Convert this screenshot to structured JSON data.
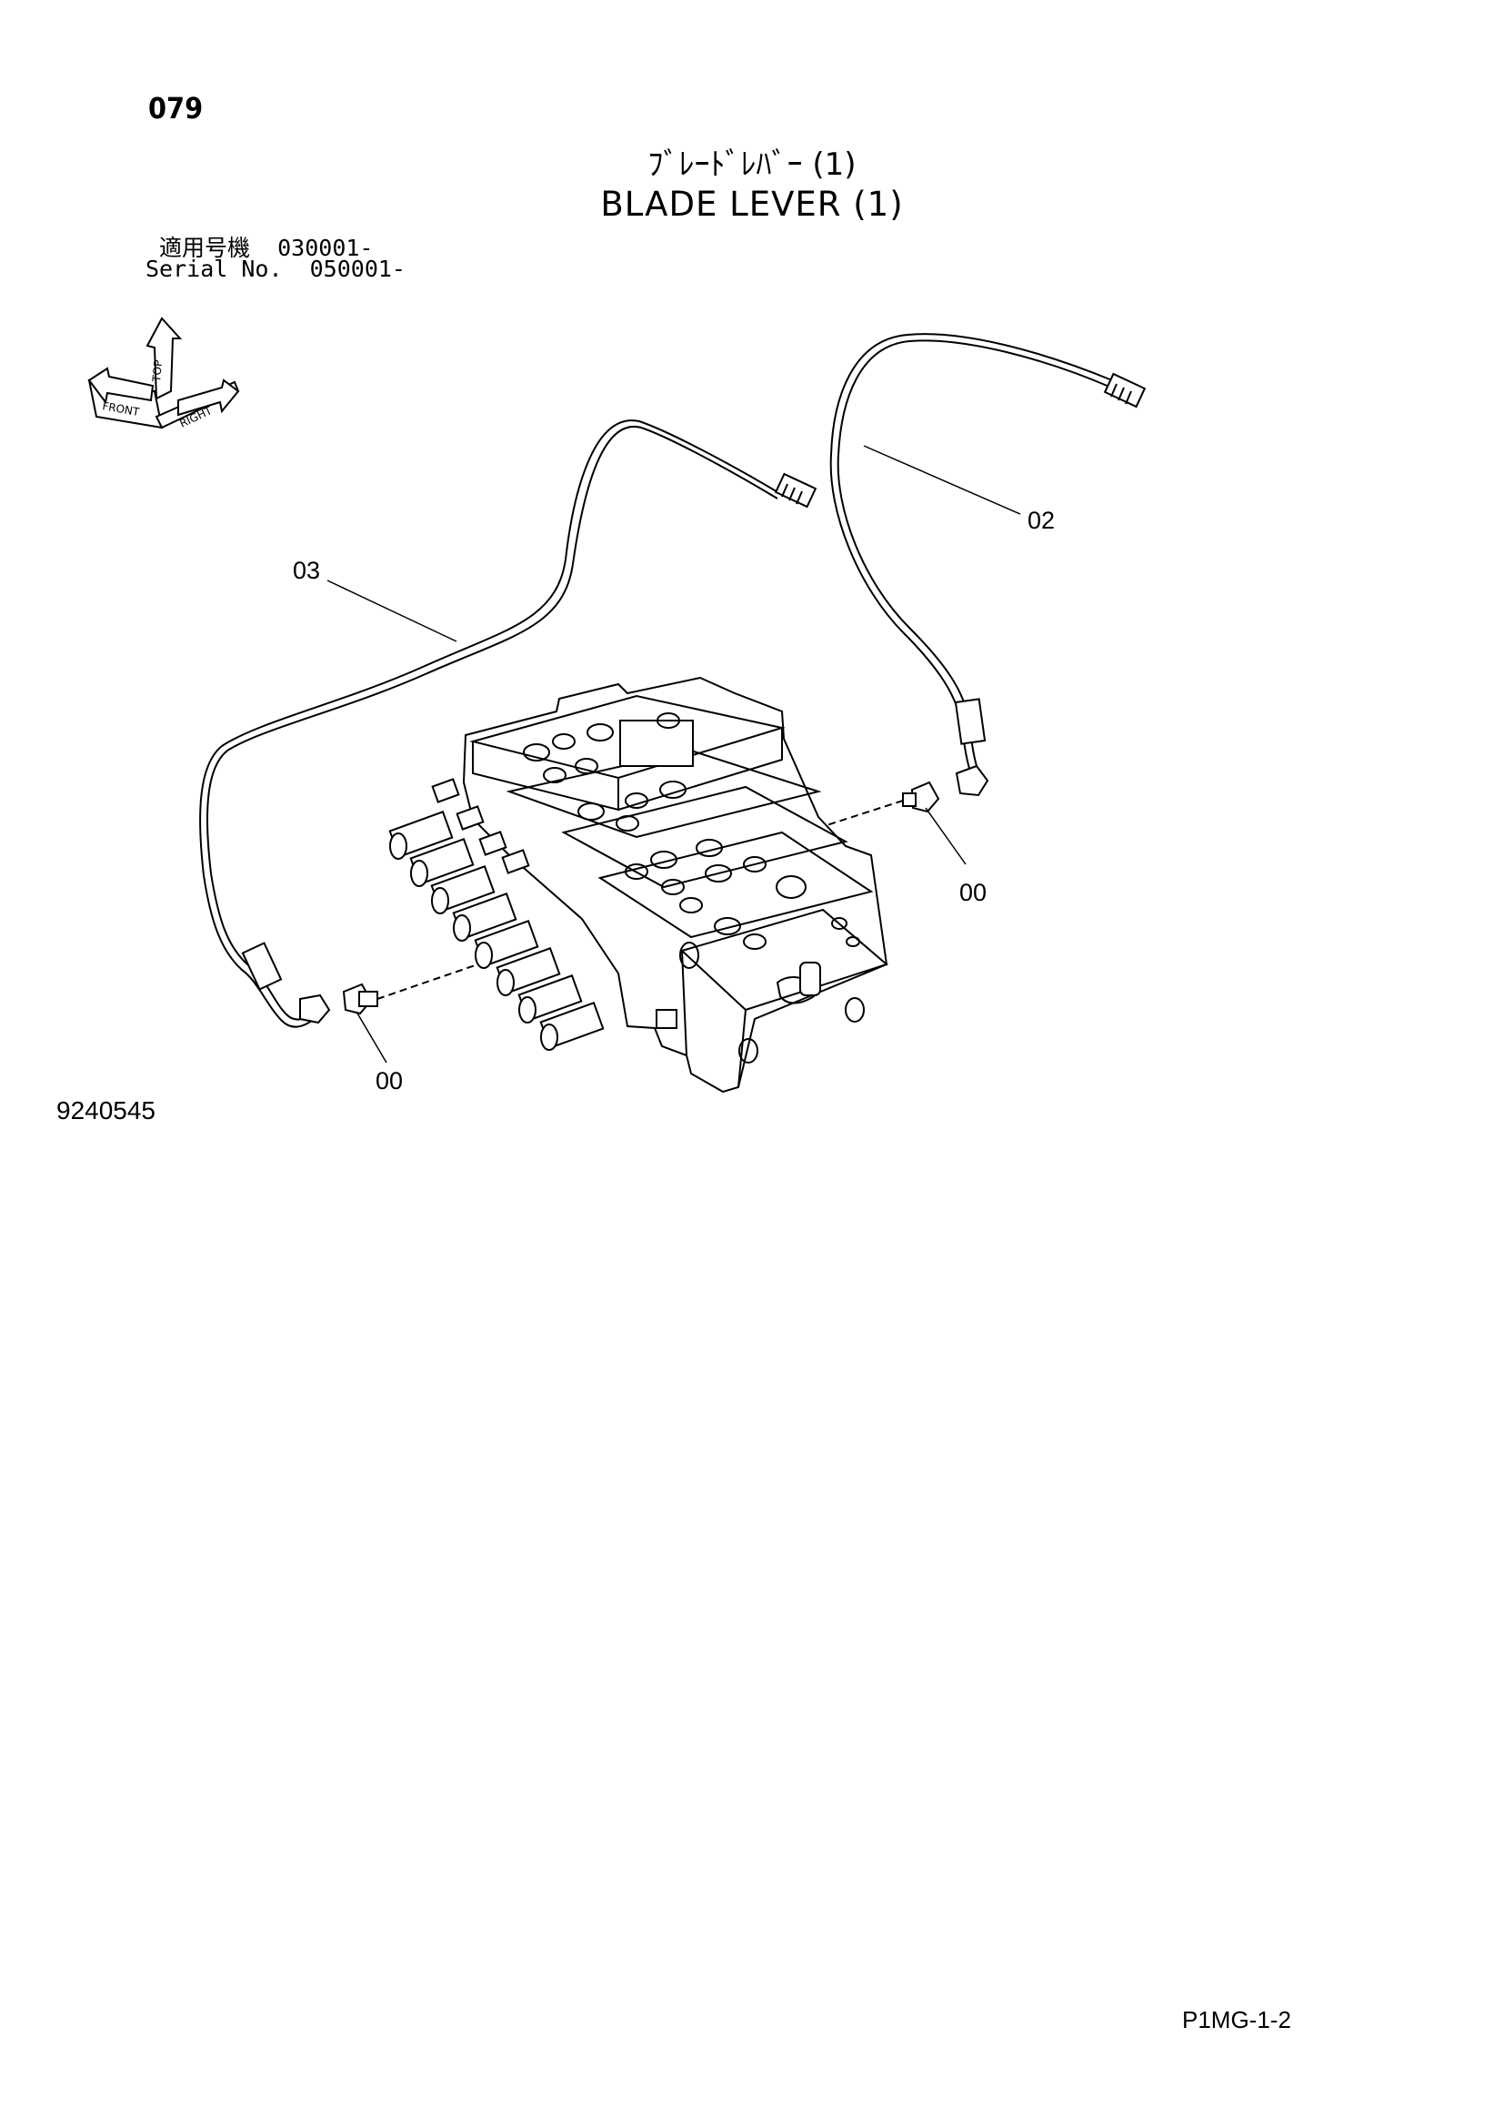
{
  "header": {
    "page_number": "079",
    "title_jp": "ﾌﾞﾚｰﾄﾞﾚﾊﾞｰ (1)",
    "title_en": "BLADE LEVER (1)",
    "applicable_label_jp": "適用号機",
    "applicable_serial_jp": "030001-",
    "serial_label": "Serial No.",
    "serial_value": "050001-"
  },
  "orientation_indicator": {
    "labels": [
      "FRONT",
      "TOP",
      "RIGHT"
    ]
  },
  "callouts": {
    "hose_03": "03",
    "hose_02": "02",
    "fitting_right": "00",
    "fitting_left": "00"
  },
  "footer": {
    "figure_number": "9240545",
    "page_ref": "P1MG-1-2"
  }
}
